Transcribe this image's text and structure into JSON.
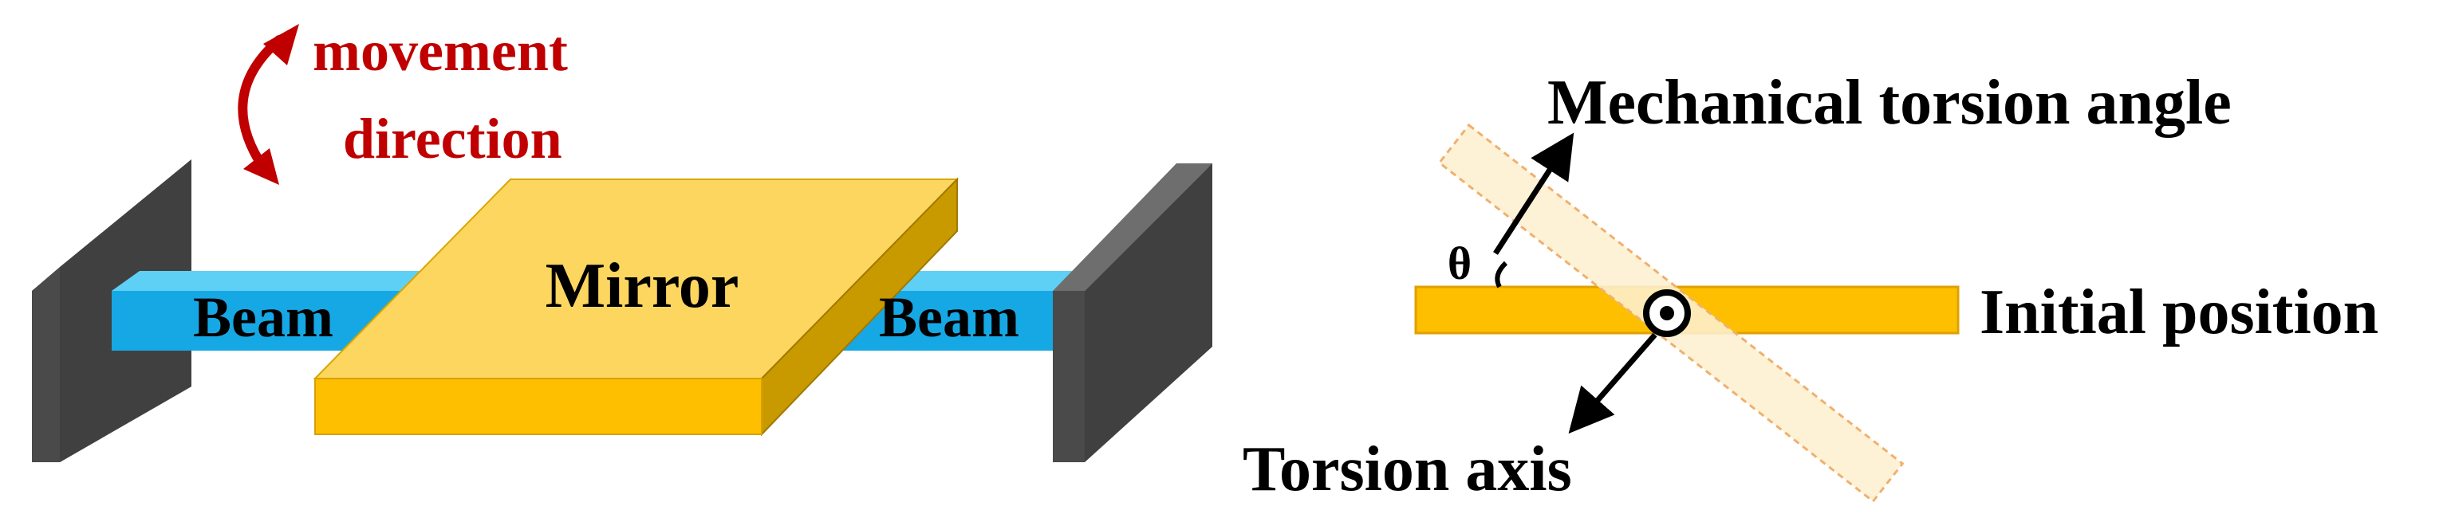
{
  "labels": {
    "movement_line1": "movement",
    "movement_line2": "direction",
    "mirror": "Mirror",
    "beam_left": "Beam",
    "beam_right": "Beam",
    "mechanical_torsion_angle": "Mechanical torsion angle",
    "theta": "θ",
    "initial_position": "Initial position",
    "torsion_axis": "Torsion axis"
  },
  "colors": {
    "beam": "#16a8e4",
    "beam_top": "#5fd0f5",
    "mirror_top": "#fcd65f",
    "mirror_front": "#fdbf00",
    "mirror_side": "#c99a00",
    "anchor_face": "#404040",
    "anchor_side": "#6e6e6e",
    "rotated_bar": "#fdf0d0",
    "rotated_bar_border": "#f0b070",
    "initial_bar": "#fdbf00",
    "movement_arrow": "#c00000",
    "text": "#000000"
  }
}
